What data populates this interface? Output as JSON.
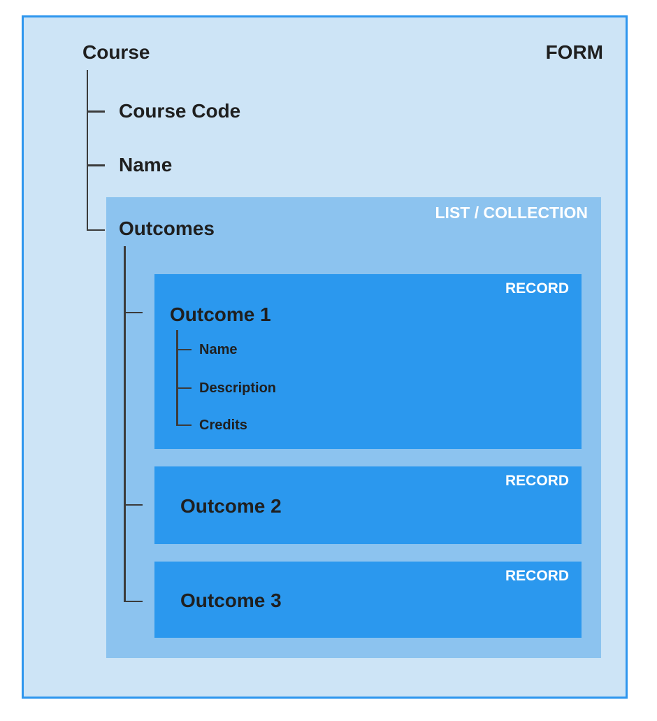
{
  "form": {
    "type_label": "FORM",
    "title": "Course",
    "fields": [
      {
        "label": "Course Code"
      },
      {
        "label": "Name"
      }
    ],
    "collection": {
      "type_label": "LIST / COLLECTION",
      "title": "Outcomes",
      "records": [
        {
          "type_label": "RECORD",
          "title": "Outcome 1",
          "fields": [
            {
              "label": "Name"
            },
            {
              "label": "Description"
            },
            {
              "label": "Credits"
            }
          ]
        },
        {
          "type_label": "RECORD",
          "title": "Outcome 2",
          "fields": []
        },
        {
          "type_label": "RECORD",
          "title": "Outcome 3",
          "fields": []
        }
      ]
    }
  },
  "colors": {
    "form_fill": "#cde4f6",
    "form_border": "#2e96ee",
    "collection_fill": "#8cc3ef",
    "record_fill": "#2b98ee",
    "tree_line": "#3b3b3b",
    "text_dark": "#1f1f1f",
    "text_light": "#ffffff"
  }
}
